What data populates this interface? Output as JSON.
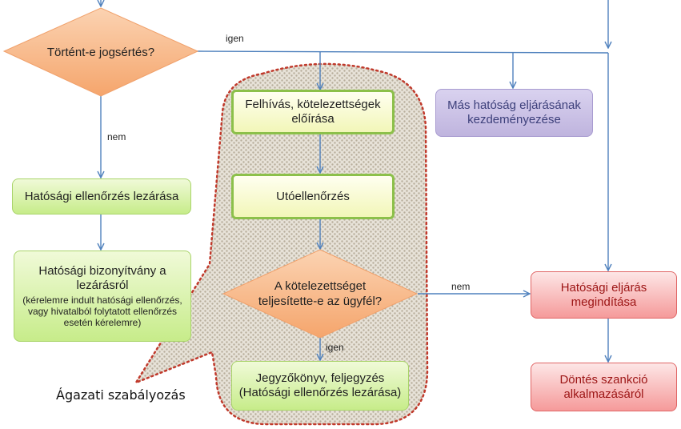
{
  "diagram": {
    "decision_jogsertes": "Történt-e jogsértés?",
    "label_igen_top": "igen",
    "label_nem_left": "nem",
    "box_lezarasa": "Hatósági ellenőrzés lezárása",
    "box_bizonyitvany_title_1": "Hatósági bizonyítvány a",
    "box_bizonyitvany_title_2": "lezárásról",
    "box_bizonyitvany_note": "(kérelemre indult hatósági ellenőrzés, vagy hivatalból folytatott ellenőrzés esetén kérelemre)",
    "box_felhivas_1": "Felhívás, kötelezettségek",
    "box_felhivas_2": "előírása",
    "box_utoellenorzes": "Utóellenőrzés",
    "decision_kotelezettseg_1": "A kötelezettséget",
    "decision_kotelezettseg_2": "teljesítette-e az ügyfél?",
    "label_nem_right": "nem",
    "label_igen_bottom": "igen",
    "box_jegyzokonyv_1": "Jegyzőkönyv, feljegyzés",
    "box_jegyzokonyv_2": "(Hatósági ellenőrzés lezárása)",
    "box_mas_hatosag_1": "Más hatóság eljárásának",
    "box_mas_hatosag_2": "kezdeményezése",
    "box_eljaras_1": "Hatósági eljárás",
    "box_eljaras_2": "megindítása",
    "box_dontes_1": "Döntés szankció",
    "box_dontes_2": "alkalmazásáról",
    "caption": "Ágazati szabályozás"
  },
  "colors": {
    "arrow": "#4f81bd",
    "region_border": "#c0392b",
    "decision_fill": "#f7b98a",
    "green_fill": "#d4f0a0",
    "purple_fill": "#c8bfe7",
    "red_fill": "#f8b4b4"
  }
}
